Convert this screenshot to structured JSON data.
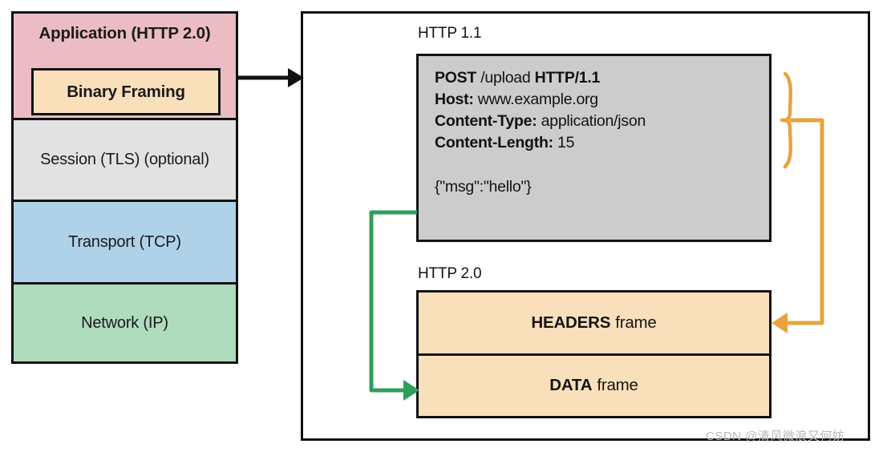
{
  "diagram": {
    "title": "HTTP 2.0 binary framing layer",
    "colors": {
      "application_layer": "#ebbcc4",
      "binary_framing": "#fadfbb",
      "session_layer": "#e2e2e2",
      "transport_layer": "#b0d2e8",
      "network_layer": "#aedcbc",
      "message_box": "#cccccc",
      "frame_box": "#fadfbb",
      "headers_route": "#e8a33d",
      "data_route": "#2e9e5b",
      "outline": "#111111"
    }
  },
  "stack": {
    "layers": [
      {
        "label": "Application (HTTP 2.0)",
        "fill": "#ebbcc4"
      },
      {
        "label": "Session (TLS) (optional)",
        "fill": "#e2e2e2"
      },
      {
        "label": "Transport (TCP)",
        "fill": "#b0d2e8"
      },
      {
        "label": "Network (IP)",
        "fill": "#aedcbc"
      }
    ],
    "binary_framing_label": "Binary Framing"
  },
  "panel": {
    "http11": {
      "section_label": "HTTP 1.1",
      "request_line": {
        "method": "POST",
        "path": "/upload",
        "version": "HTTP/1.1"
      },
      "headers": [
        {
          "name": "Host:",
          "value": "www.example.org"
        },
        {
          "name": "Content-Type:",
          "value": "application/json"
        },
        {
          "name": "Content-Length:",
          "value": "15"
        }
      ],
      "body": "{\"msg\":\"hello\"}"
    },
    "http20": {
      "section_label": "HTTP 2.0",
      "frames": [
        {
          "name": "HEADERS",
          "suffix": "frame"
        },
        {
          "name": "DATA",
          "suffix": "frame"
        }
      ]
    }
  },
  "watermark": {
    "text": "CSDN @清风微浪又何妨"
  }
}
